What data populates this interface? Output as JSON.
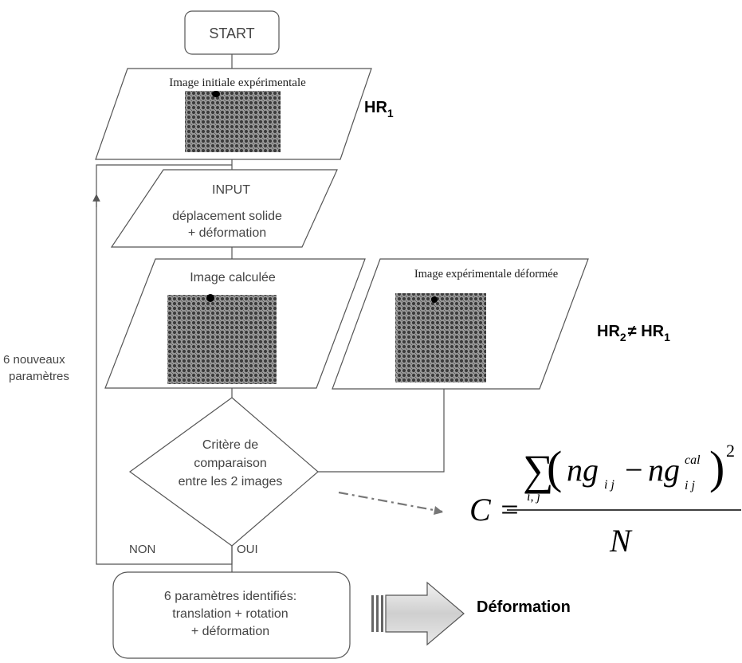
{
  "nodes": {
    "start": "START",
    "image_initiale": "Image initiale expérimentale",
    "input_title": "INPUT",
    "input_line1": "déplacement solide",
    "input_line2": "+ déformation",
    "image_calculee": "Image calculée",
    "image_deformee": "Image expérimentale déformée",
    "critere_line1": "Critère de",
    "critere_line2": "comparaison",
    "critere_line3": "entre les 2 images",
    "result_line1": "6 paramètres identifiés:",
    "result_line2": "translation + rotation",
    "result_line3": "+ déformation"
  },
  "labels": {
    "hr_base": "HR",
    "hr_sub": "1",
    "hr2_base": "HR",
    "hr2_sub": "2",
    "hr2_neq": "≠ HR",
    "hr2_sub2": "1",
    "loop_line1": "6 nouveaux",
    "loop_line2": "paramètres",
    "non": "NON",
    "oui": "OUI",
    "deformation": "Déformation"
  },
  "formula": {
    "lhs": "C =",
    "sum": "∑",
    "sum_index": "i, j",
    "open_paren": "(",
    "term1": "ng",
    "term1_sub": "i j",
    "minus": "−",
    "term2": "ng",
    "term2_sup": "cal",
    "term2_sub": "i j",
    "close_paren": ")",
    "power": "2",
    "denominator": "N"
  },
  "colors": {
    "stroke": "#555555",
    "arrow_fill": "#d9d9d9",
    "dashdot": "#777777"
  }
}
